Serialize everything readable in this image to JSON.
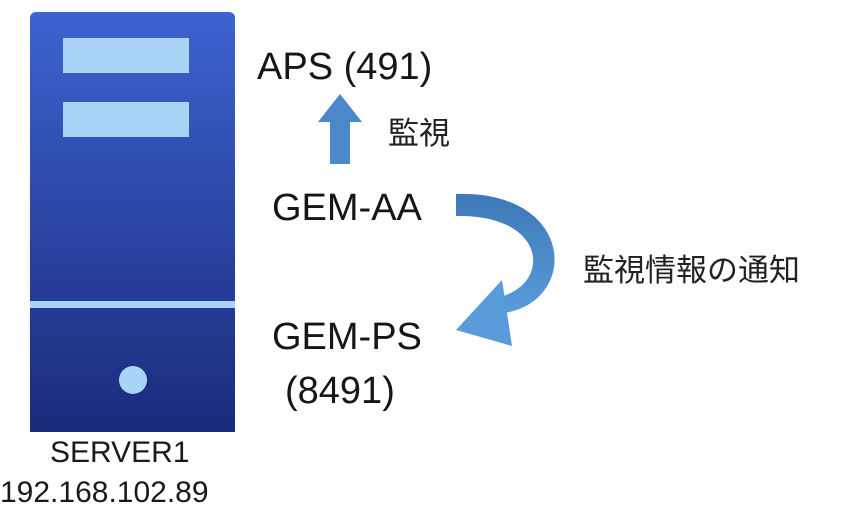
{
  "server": {
    "name": "SERVER1",
    "ip": "192.168.102.89",
    "icon": "server-tower-icon",
    "color_top": "#3d63d0",
    "color_bottom": "#1a2a7a",
    "slot_color": "#a9d4f5"
  },
  "processes": {
    "aps": "APS (491)",
    "gem_aa": "GEM-AA",
    "gem_ps_line1": "GEM-PS",
    "gem_ps_line2": "(8491)"
  },
  "arrows": {
    "monitor_label": "監視",
    "notify_label": "監視情報の通知",
    "up_arrow_icon": "arrow-up-icon",
    "curved_arrow_icon": "curved-arrow-icon",
    "arrow_color": "#4a88c9"
  }
}
